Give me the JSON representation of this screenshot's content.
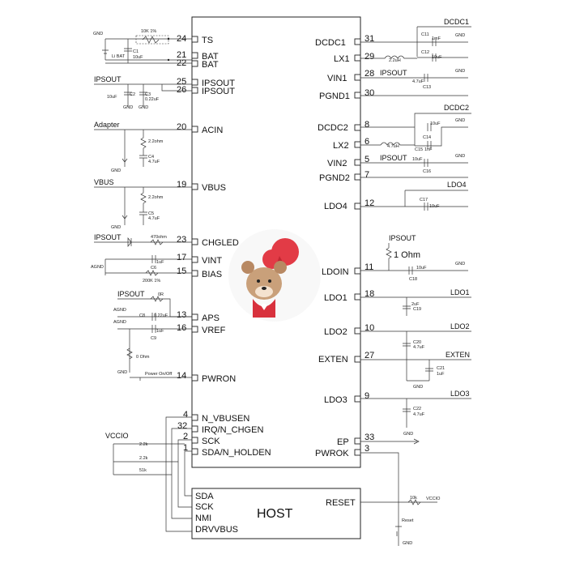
{
  "left_pins": [
    {
      "num": "24",
      "name": "TS"
    },
    {
      "num": "21",
      "name": "BAT"
    },
    {
      "num": "22",
      "name": "BAT"
    },
    {
      "num": "25",
      "name": "IPSOUT"
    },
    {
      "num": "26",
      "name": "IPSOUT"
    },
    {
      "num": "20",
      "name": "ACIN"
    },
    {
      "num": "19",
      "name": "VBUS"
    },
    {
      "num": "23",
      "name": "CHGLED"
    },
    {
      "num": "17",
      "name": "VINT"
    },
    {
      "num": "15",
      "name": "BIAS"
    },
    {
      "num": "13",
      "name": "APS"
    },
    {
      "num": "16",
      "name": "VREF"
    },
    {
      "num": "14",
      "name": "PWRON"
    },
    {
      "num": "4",
      "name": "N_VBUSEN"
    },
    {
      "num": "32",
      "name": "IRQ/N_CHGEN"
    },
    {
      "num": "2",
      "name": "SCK"
    },
    {
      "num": "1",
      "name": "SDA/N_HOLDEN"
    }
  ],
  "right_pins": [
    {
      "num": "31",
      "name": "DCDC1"
    },
    {
      "num": "29",
      "name": "LX1"
    },
    {
      "num": "28",
      "name": "VIN1"
    },
    {
      "num": "30",
      "name": "PGND1"
    },
    {
      "num": "8",
      "name": "DCDC2"
    },
    {
      "num": "6",
      "name": "LX2"
    },
    {
      "num": "5",
      "name": "VIN2"
    },
    {
      "num": "7",
      "name": "PGND2"
    },
    {
      "num": "12",
      "name": "LDO4"
    },
    {
      "num": "11",
      "name": "LDOIN"
    },
    {
      "num": "18",
      "name": "LDO1"
    },
    {
      "num": "10",
      "name": "LDO2"
    },
    {
      "num": "27",
      "name": "EXTEN"
    },
    {
      "num": "9",
      "name": "LDO3"
    },
    {
      "num": "33",
      "name": "EP"
    },
    {
      "num": "3",
      "name": "PWROK"
    }
  ],
  "host": {
    "title": "HOST",
    "pins_left": [
      "SDA",
      "SCK",
      "NMI",
      "DRVVBUS"
    ],
    "pin_right": "RESET"
  },
  "net_labels": {
    "dcdc1": "DCDC1",
    "dcdc2": "DCDC2",
    "ldo4": "LDO4",
    "ldo1": "LDO1",
    "ldo2": "LDO2",
    "exten": "EXTEN",
    "ldo3": "LDO3",
    "ipsout_ldoin": "IPSOUT",
    "ipsout_vin1": "IPSOUT",
    "ipsout_vin2": "IPSOUT",
    "ipsout_left": "IPSOUT",
    "ipsout_chgled": "IPSOUT",
    "ipsout_aps": "IPSOUT",
    "adapter": "Adapter",
    "vbus": "VBUS",
    "vccio_left": "VCCIO",
    "vccio_right": "VCCIO",
    "li_bat": "Li BAT"
  },
  "components": {
    "r_ts": "10K 1%",
    "c1": "C1",
    "c1_val": "10uF",
    "c2": "C2",
    "c2_val": "10uF",
    "c3": "C3",
    "c3_val": "0.22uF",
    "r_acin": "2.2ohm",
    "c4": "C4",
    "c4_val": "4.7uF",
    "r_vbus": "2.2ohm",
    "c5": "C5",
    "c5_val": "4.7uF",
    "r_led": "470ohm",
    "c6_val": "1uF",
    "c6": "C6",
    "r_bias": "200K 1%",
    "r_aps": "0R",
    "c8": "C8",
    "c8_val": "0.22uF",
    "c9": "C9",
    "c9_val": "1uF",
    "r_vref": "0 Ohm",
    "pwr_btn": "Power On/Off",
    "c11": "C11",
    "c11_val": "1mF",
    "c12": "C12",
    "c12_val": "10uF",
    "l1": "2.2uH",
    "c13": "C13",
    "c13_val": "4.7uF",
    "c14": "C14",
    "c14_val": "10uF",
    "l2": "4.7uH",
    "c15": "C15",
    "c15_val": "1nF",
    "c16": "C16",
    "c16_val": "10uF",
    "c17": "C17",
    "c17_val": "10uF",
    "r_ldoin": "1 Ohm",
    "c18": "C18",
    "c18_val": "10uF",
    "c19": "C19",
    "c19_val": "2uF",
    "c20": "C20",
    "c20_val": "4.7uF",
    "c21": "C21",
    "c21_val": "1uF",
    "c22": "C22",
    "c22_val": "4.7uF",
    "r_sda": "2.2k",
    "r_sck": "2.2k",
    "r_nmi": "51k",
    "r_reset": "10k",
    "reset_btn": "Reset"
  },
  "gnd": "GND",
  "agnd": "AGND"
}
